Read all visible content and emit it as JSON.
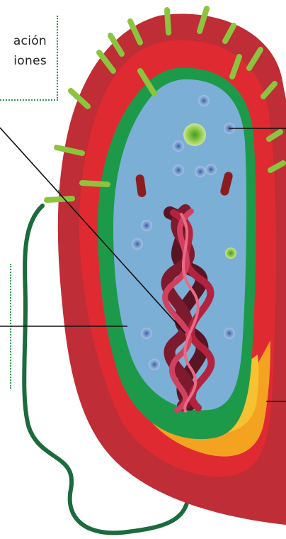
{
  "caption": {
    "line1": "ación",
    "line2": "iones"
  },
  "colors": {
    "outer_wall": "#bf2d36",
    "membrane_red": "#e02a32",
    "capsule_orange": "#f4a321",
    "capsule_yellow": "#f7c232",
    "inner_green": "#1c9a4a",
    "cytoplasm": "#7bafd6",
    "flagellum": "#1b6b3c",
    "pili": "#8cc43f",
    "dna": "#b3233f",
    "ribosome": "#5b7fb8",
    "accent_dotted": "#2e9b4e"
  },
  "icons": [
    "bacterium-cell-illustration"
  ]
}
